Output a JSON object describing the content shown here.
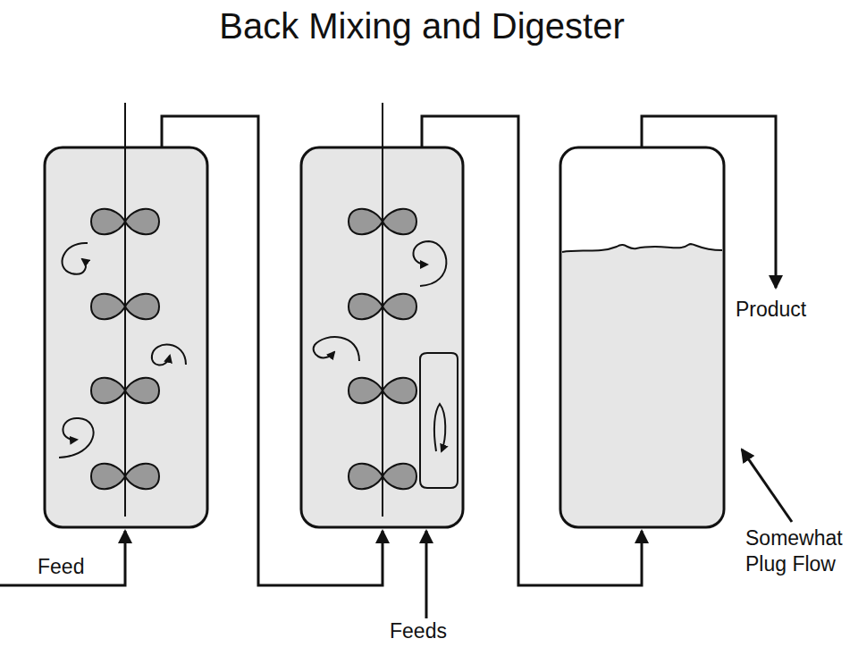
{
  "diagram": {
    "title": "Back Mixing and Digester",
    "labels": [
      "Feed",
      "Feeds",
      "Product",
      "Somewhat Plug Flow"
    ]
  }
}
